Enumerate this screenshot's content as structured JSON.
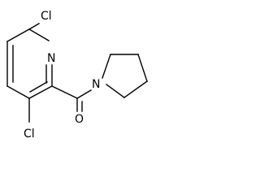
{
  "diagram": {
    "type": "chemical-structure",
    "atom_labels": {
      "chlorine_top": "Cl",
      "pyridine_nitrogen": "N",
      "chlorine_bottom": "Cl",
      "carbonyl_oxygen": "O",
      "pyrrolidine_nitrogen": "N"
    },
    "colors": {
      "ink": "#000000",
      "background": "#ffffff"
    }
  }
}
